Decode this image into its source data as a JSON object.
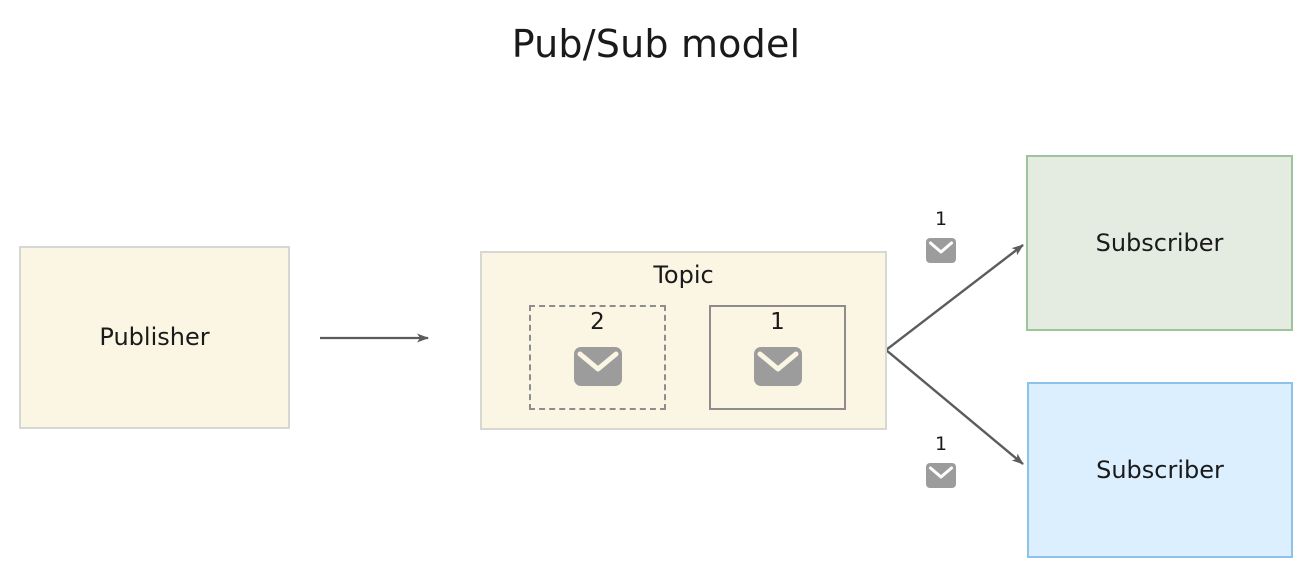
{
  "diagram": {
    "title": "Pub/Sub model",
    "type": "publish-subscribe messaging flow",
    "colors": {
      "publisher_fill": "#fbf6e4",
      "publisher_border": "#d8d8d3",
      "topic_fill": "#fbf6e4",
      "topic_border": "#d8d8d3",
      "subscriber_green_fill": "#e4ece1",
      "subscriber_green_border": "#9ec49a",
      "subscriber_blue_fill": "#dcefff",
      "subscriber_blue_border": "#8ec3e9",
      "connector": "#5c5c5c",
      "envelope": "#9c9c9c",
      "slot_border": "#8d8d8d",
      "text": "#1a1a1a"
    }
  },
  "publisher": {
    "label": "Publisher"
  },
  "topic": {
    "label": "Topic",
    "slots": [
      {
        "count": "2",
        "style": "dashed",
        "icon": "envelope-icon"
      },
      {
        "count": "1",
        "style": "solid",
        "icon": "envelope-icon"
      }
    ]
  },
  "edges": [
    {
      "from": "publisher",
      "to": "topic",
      "kind": "arrow"
    },
    {
      "from": "topic",
      "to": "subscriber-top",
      "kind": "arrow"
    },
    {
      "from": "topic",
      "to": "subscriber-bottom",
      "kind": "arrow"
    }
  ],
  "edge_badges": [
    {
      "id": "badge-top",
      "count": "1",
      "icon": "envelope-icon"
    },
    {
      "id": "badge-bottom",
      "count": "1",
      "icon": "envelope-icon"
    }
  ],
  "subscribers": [
    {
      "label": "Subscriber",
      "color": "green"
    },
    {
      "label": "Subscriber",
      "color": "blue"
    }
  ]
}
